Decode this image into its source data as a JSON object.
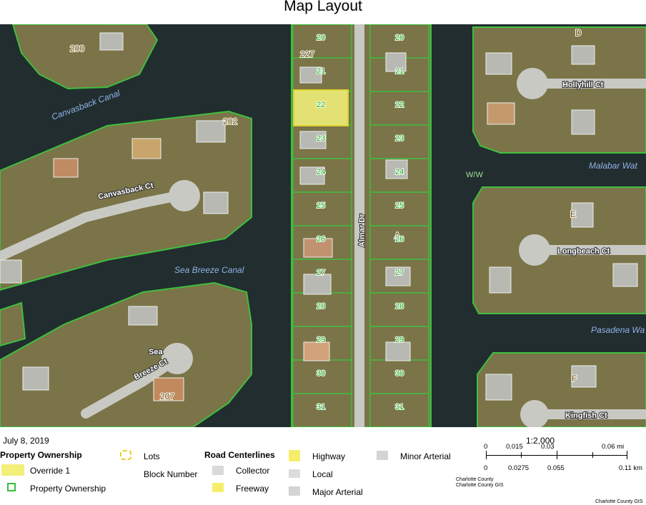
{
  "title": "Map Layout",
  "date": "July 8, 2019",
  "map": {
    "water_labels": [
      "Canvasback Canal",
      "Sea Breeze Canal",
      "Malabar Wat",
      "Pasadena Wa"
    ],
    "street_labels": [
      "Canvasback Ct",
      "Sea",
      "Breeze Ct",
      "Almar Dr",
      "Hollyhill Ct",
      "Longbeach Ct",
      "Kingfish Ct"
    ],
    "block_labels": [
      "200",
      "202",
      "207",
      "227",
      "A",
      "D",
      "E",
      "F"
    ],
    "ww_label": "W/W",
    "center_lots": [
      "20",
      "21",
      "22",
      "23",
      "24",
      "25",
      "26",
      "27",
      "28",
      "29",
      "30",
      "31"
    ],
    "east_lots": [
      "20",
      "21",
      "22",
      "23",
      "24",
      "25",
      "26",
      "27",
      "28",
      "29",
      "30",
      "31"
    ],
    "selected_lot": "22",
    "highlight_color": "#f3f07a",
    "parcel_color": "#36c23a"
  },
  "legend": {
    "property_ownership_title": "Property Ownership",
    "override_label": "Override 1",
    "property_ownership_label": "Property Ownership",
    "lots_label": "Lots",
    "block_number_label": "Block Number",
    "road_centerlines_title": "Road Centerlines",
    "collector_label": "Collector",
    "freeway_label": "Freeway",
    "highway_label": "Highway",
    "local_label": "Local",
    "major_arterial_label": "Major Arterial",
    "minor_arterial_label": "Minor Arterial"
  },
  "scale": {
    "ratio": "1:2,000",
    "mi_ticks": [
      "0",
      "0.015",
      "0.03",
      "0.06 mi"
    ],
    "km_ticks": [
      "0",
      "0.0275",
      "0.055",
      "0.11 km"
    ],
    "credit_1": "Charlotte County",
    "credit_2": "Charlotte County GIS",
    "credit_3": "Charlotte County GIS"
  }
}
